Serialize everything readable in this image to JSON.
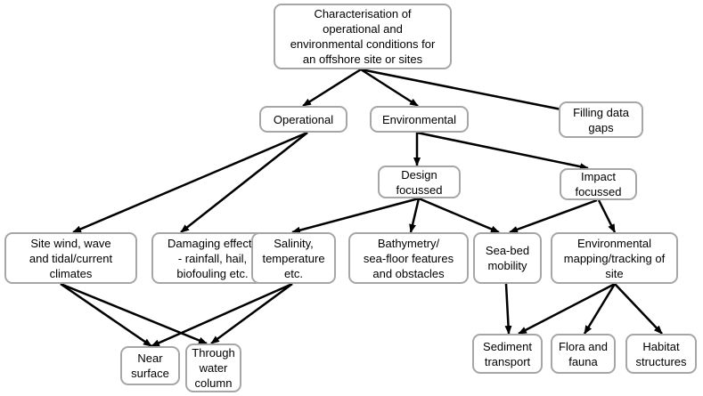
{
  "diagram": {
    "nodes": [
      {
        "id": "root",
        "label": "Characterisation of\noperational and\nenvironmental conditions for\nan offshore site or sites"
      },
      {
        "id": "operational",
        "label": "Operational"
      },
      {
        "id": "environmental",
        "label": "Environmental"
      },
      {
        "id": "filling",
        "label": "Filling data\ngaps"
      },
      {
        "id": "design",
        "label": "Design\nfocussed"
      },
      {
        "id": "impact",
        "label": "Impact\nfocussed"
      },
      {
        "id": "site_climates",
        "label": "Site wind, wave\nand tidal/current\nclimates"
      },
      {
        "id": "damaging",
        "label": "Damaging effects\n- rainfall, hail,\nbiofouling etc."
      },
      {
        "id": "salinity",
        "label": "Salinity,\ntemperature\netc."
      },
      {
        "id": "bathymetry",
        "label": "Bathymetry/\nsea-floor features\nand obstacles"
      },
      {
        "id": "seabed",
        "label": "Sea-bed\nmobility"
      },
      {
        "id": "env_mapping",
        "label": "Environmental\nmapping/tracking of\nsite"
      },
      {
        "id": "near_surface",
        "label": "Near\nsurface"
      },
      {
        "id": "through_water",
        "label": "Through\nwater\ncolumn"
      },
      {
        "id": "sediment",
        "label": "Sediment\ntransport"
      },
      {
        "id": "flora",
        "label": "Flora and\nfauna"
      },
      {
        "id": "habitat",
        "label": "Habitat\nstructures"
      }
    ],
    "edges": [
      {
        "from": "root",
        "to": "operational"
      },
      {
        "from": "root",
        "to": "environmental"
      },
      {
        "from": "root",
        "to": "filling"
      },
      {
        "from": "operational",
        "to": "site_climates"
      },
      {
        "from": "operational",
        "to": "damaging"
      },
      {
        "from": "environmental",
        "to": "design"
      },
      {
        "from": "environmental",
        "to": "impact"
      },
      {
        "from": "design",
        "to": "salinity"
      },
      {
        "from": "design",
        "to": "bathymetry"
      },
      {
        "from": "design",
        "to": "seabed"
      },
      {
        "from": "impact",
        "to": "seabed"
      },
      {
        "from": "impact",
        "to": "env_mapping"
      },
      {
        "from": "site_climates",
        "to": "near_surface"
      },
      {
        "from": "site_climates",
        "to": "through_water"
      },
      {
        "from": "salinity",
        "to": "near_surface"
      },
      {
        "from": "salinity",
        "to": "through_water"
      },
      {
        "from": "seabed",
        "to": "sediment"
      },
      {
        "from": "env_mapping",
        "to": "sediment"
      },
      {
        "from": "env_mapping",
        "to": "flora"
      },
      {
        "from": "env_mapping",
        "to": "habitat"
      }
    ],
    "colors": {
      "box_border": "#a6a6a6",
      "arrow": "#000000",
      "text": "#000000",
      "background": "#ffffff"
    }
  }
}
